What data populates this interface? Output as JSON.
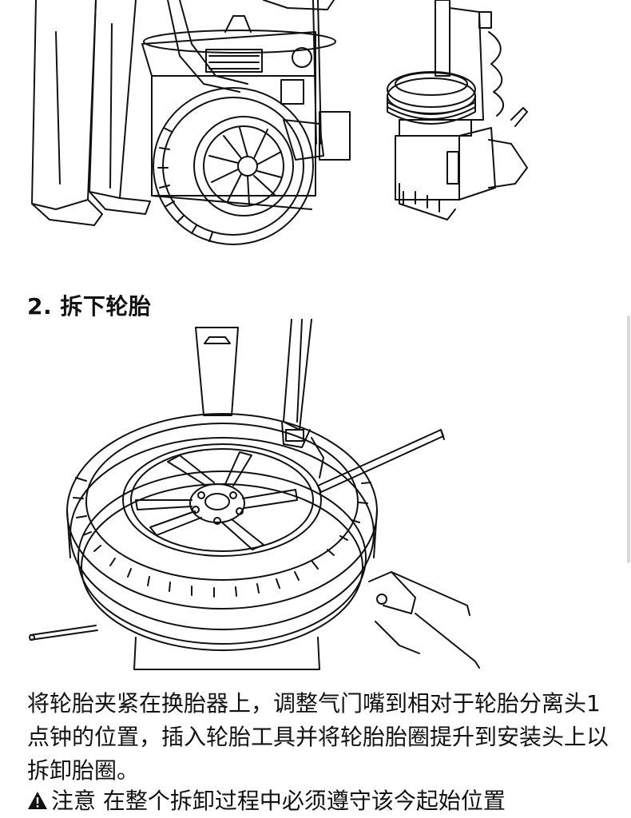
{
  "section": {
    "title": "2. 拆下轮胎",
    "paragraph": "将轮胎夹紧在换胎器上，调整气门嘴到相对于轮胎分离头1点钟的位置，插入轮胎工具并将轮胎胎圈提升到安装头上以拆卸胎圈。",
    "warning": "注意 在整个拆卸过程中必须遵守该今起始位置"
  }
}
